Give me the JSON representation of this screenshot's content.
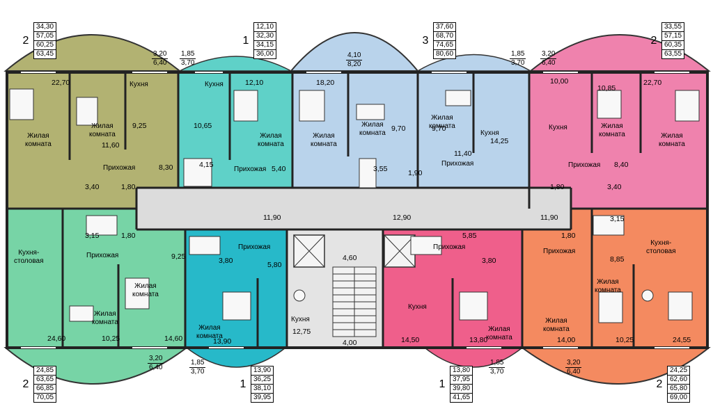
{
  "colors": {
    "olive": "#b2b272",
    "mint_green": "#77d4a6",
    "teal_top": "#5fd1c8",
    "light_blue": "#b9d3eb",
    "pink_top": "#ef82ad",
    "teal_bottom": "#27b9c9",
    "pink_bottom": "#ef5f8b",
    "salmon": "#f48a60",
    "corridor": "#dcdcdc"
  },
  "apartments": {
    "top_left": {
      "rooms": "2",
      "areas": [
        "34,30",
        "57,05",
        "60,25",
        "63,45"
      ]
    },
    "top_center_1": {
      "rooms": "1",
      "areas": [
        "12,10",
        "32,30",
        "34,15",
        "36,00"
      ]
    },
    "top_center_3": {
      "rooms": "3",
      "areas": [
        "37,60",
        "68,70",
        "74,65",
        "80,60"
      ]
    },
    "top_right": {
      "rooms": "2",
      "areas": [
        "33,55",
        "57,15",
        "60,35",
        "63,55"
      ]
    },
    "bottom_left": {
      "rooms": "2",
      "areas": [
        "24,85",
        "63,65",
        "66,85",
        "70,05"
      ]
    },
    "bottom_center_1a": {
      "rooms": "1",
      "areas": [
        "13,90",
        "36,25",
        "38,10",
        "39,95"
      ]
    },
    "bottom_center_1b": {
      "rooms": "1",
      "areas": [
        "13,80",
        "37,95",
        "39,80",
        "41,65"
      ]
    },
    "bottom_right": {
      "rooms": "2",
      "areas": [
        "24,25",
        "62,60",
        "65,80",
        "69,00"
      ]
    }
  },
  "balconies": {
    "tl": {
      "a": "3,20",
      "b": "6,40"
    },
    "tm1": {
      "a": "1,85",
      "b": "3,70"
    },
    "tm2": {
      "a": "4,10",
      "b": "8,20"
    },
    "tm3": {
      "a": "1,85",
      "b": "3,70"
    },
    "tr": {
      "a": "3,20",
      "b": "6,40"
    },
    "bl": {
      "a": "3,20",
      "b": "6,40"
    },
    "bm1": {
      "a": "1,85",
      "b": "3,70"
    },
    "bm2": {
      "a": "1,85",
      "b": "3,70"
    },
    "br": {
      "a": "3,20",
      "b": "6,40"
    }
  },
  "rooms": {
    "a1_living_big": {
      "name": "Жилая\nкомната",
      "area": "22,70"
    },
    "a1_living": {
      "name": "Жилая\nкомната",
      "area": "11,60"
    },
    "a1_kitchen": {
      "name": "Кухня",
      "area": "9,25"
    },
    "a1_hall": {
      "name": "Прихожая",
      "area": "8,30"
    },
    "a1_bath": {
      "area": "3,40"
    },
    "a1_wc": {
      "area": "1,80"
    },
    "a2_kitchen": {
      "name": "Кухня",
      "area": "10,65"
    },
    "a2_living": {
      "name": "Жилая\nкомната",
      "area": "12,10"
    },
    "a2_hall": {
      "name": "Прихожая",
      "area": "5,40"
    },
    "a2_bath": {
      "area": "4,15"
    },
    "a3_living1": {
      "name": "Жилая\nкомната",
      "area": "18,20"
    },
    "a3_living2": {
      "name": "Жилая\nкомната",
      "area": "9,70"
    },
    "a3_living3": {
      "name": "Жилая\nкомната",
      "area": "9,70"
    },
    "a3_kitchen": {
      "name": "Кухня",
      "area": "14,25"
    },
    "a3_hall": {
      "name": "Прихожая",
      "area": "11,40"
    },
    "a3_bath": {
      "area": "3,55"
    },
    "a3_wc": {
      "area": "1,90"
    },
    "a4_kitchen": {
      "name": "Кухня",
      "area": "10,00"
    },
    "a4_living": {
      "name": "Жилая\nкомната",
      "area": "10,85"
    },
    "a4_living_big": {
      "name": "Жилая\nкомната",
      "area": "22,70"
    },
    "a4_hall": {
      "name": "Прихожая",
      "area": "8,40"
    },
    "a4_wc": {
      "area": "1,80"
    },
    "a4_bath": {
      "area": "3,40"
    },
    "corridor_left": {
      "area": "11,90"
    },
    "corridor_mid": {
      "area": "12,90"
    },
    "corridor_right": {
      "area": "11,90"
    },
    "stair_top": {
      "area": "4,60"
    },
    "stair_bottom": {
      "area": "4,00"
    },
    "b1_kitchen_dining": {
      "name": "Кухня-\nстоловая",
      "area": "24,60"
    },
    "b1_hall": {
      "name": "Прихожая",
      "area": "9,25"
    },
    "b1_living": {
      "name": "Жилая\nкомната",
      "area": "14,60"
    },
    "b1_living2": {
      "name": "Жилая\nкомната",
      "area": "10,25"
    },
    "b1_bath": {
      "area": "3,15"
    },
    "b1_wc": {
      "area": "1,80"
    },
    "b2_hall": {
      "name": "Прихожая",
      "area": "5,80"
    },
    "b2_bath": {
      "area": "3,80"
    },
    "b2_living": {
      "name": "Жилая\nкомната",
      "area": "13,90"
    },
    "b2_kitchen": {
      "name": "Кухня",
      "area": "12,75"
    },
    "b3_hall": {
      "name": "Прихожая",
      "area": "5,85"
    },
    "b3_bath": {
      "area": "3,80"
    },
    "b3_kitchen": {
      "name": "Кухня",
      "area": "14,50"
    },
    "b3_living": {
      "name": "Жилая\nкомната",
      "area": "13,80"
    },
    "b4_hall": {
      "name": "Прихожая",
      "area": "8,85"
    },
    "b4_wc": {
      "area": "1,80"
    },
    "b4_bath": {
      "area": "3,15"
    },
    "b4_living": {
      "name": "Жилая\nкомната",
      "area": "14,00"
    },
    "b4_living2": {
      "name": "Жилая\nкомната",
      "area": "10,25"
    },
    "b4_kitchen_dining": {
      "name": "Кухня-\nстоловая",
      "area": "24,55"
    }
  }
}
